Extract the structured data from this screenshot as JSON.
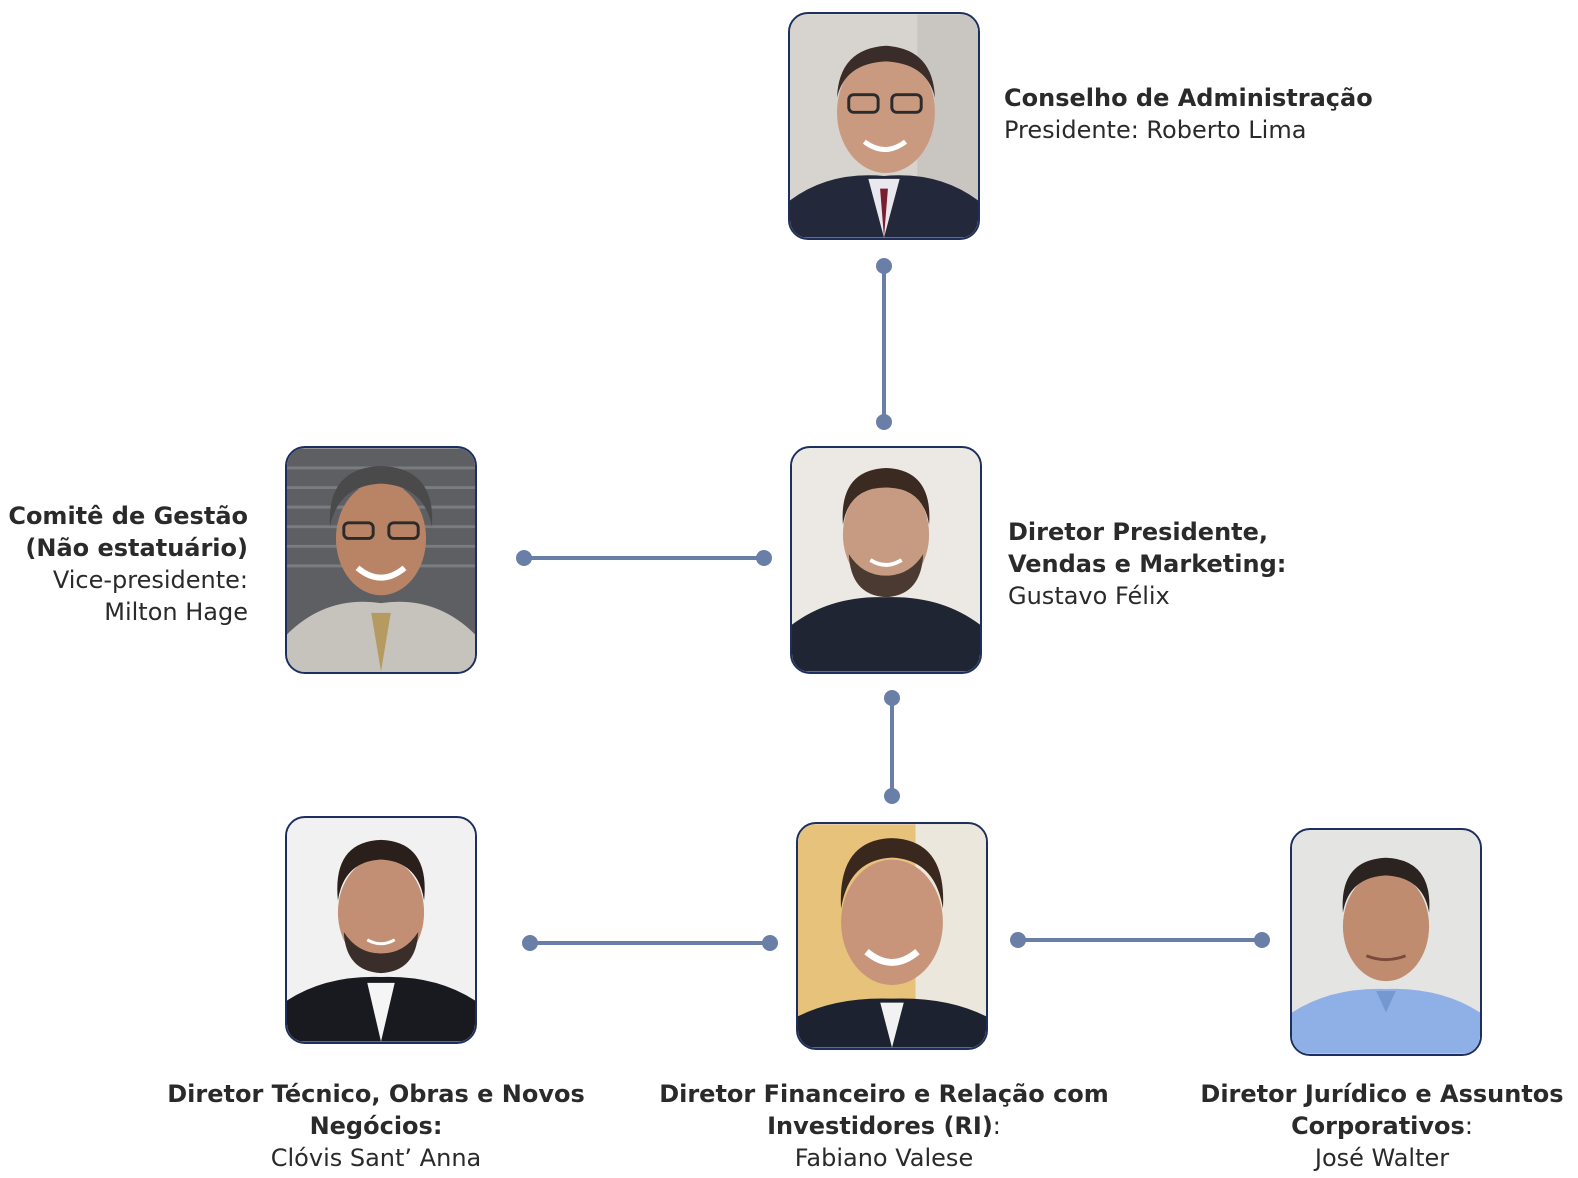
{
  "nodes": {
    "board": {
      "title": "Conselho de Administração",
      "subtitle": "Presidente: Roberto Lima",
      "photo_icon": "portrait-photo"
    },
    "committee": {
      "title_line1": "Comitê de Gestão",
      "title_line2": "(Não estatuário)",
      "role": "Vice-presidente:",
      "name": "Milton Hage",
      "photo_icon": "portrait-photo"
    },
    "ceo": {
      "title_line1": "Diretor Presidente,",
      "title_line2": "Vendas e Marketing:",
      "name": "Gustavo Félix",
      "photo_icon": "portrait-photo"
    },
    "technical": {
      "title_line1": "Diretor Técnico, Obras e Novos",
      "title_line2": "Negócios:",
      "name": "Clóvis Sant’ Anna",
      "photo_icon": "portrait-photo"
    },
    "cfo": {
      "title_line1": "Diretor Financeiro e Relação com",
      "title_line2": "Investidores (RI)",
      "title_suffix": ":",
      "name": "Fabiano Valese",
      "photo_icon": "portrait-photo"
    },
    "legal": {
      "title_line1": "Diretor Jurídico e Assuntos",
      "title_line2": "Corporativos",
      "title_suffix": ":",
      "name": "José Walter",
      "photo_icon": "portrait-photo"
    }
  },
  "colors": {
    "connector": "#6a7fa8",
    "photo_border": "#1c2f5e",
    "text": "#2a2a2a"
  }
}
